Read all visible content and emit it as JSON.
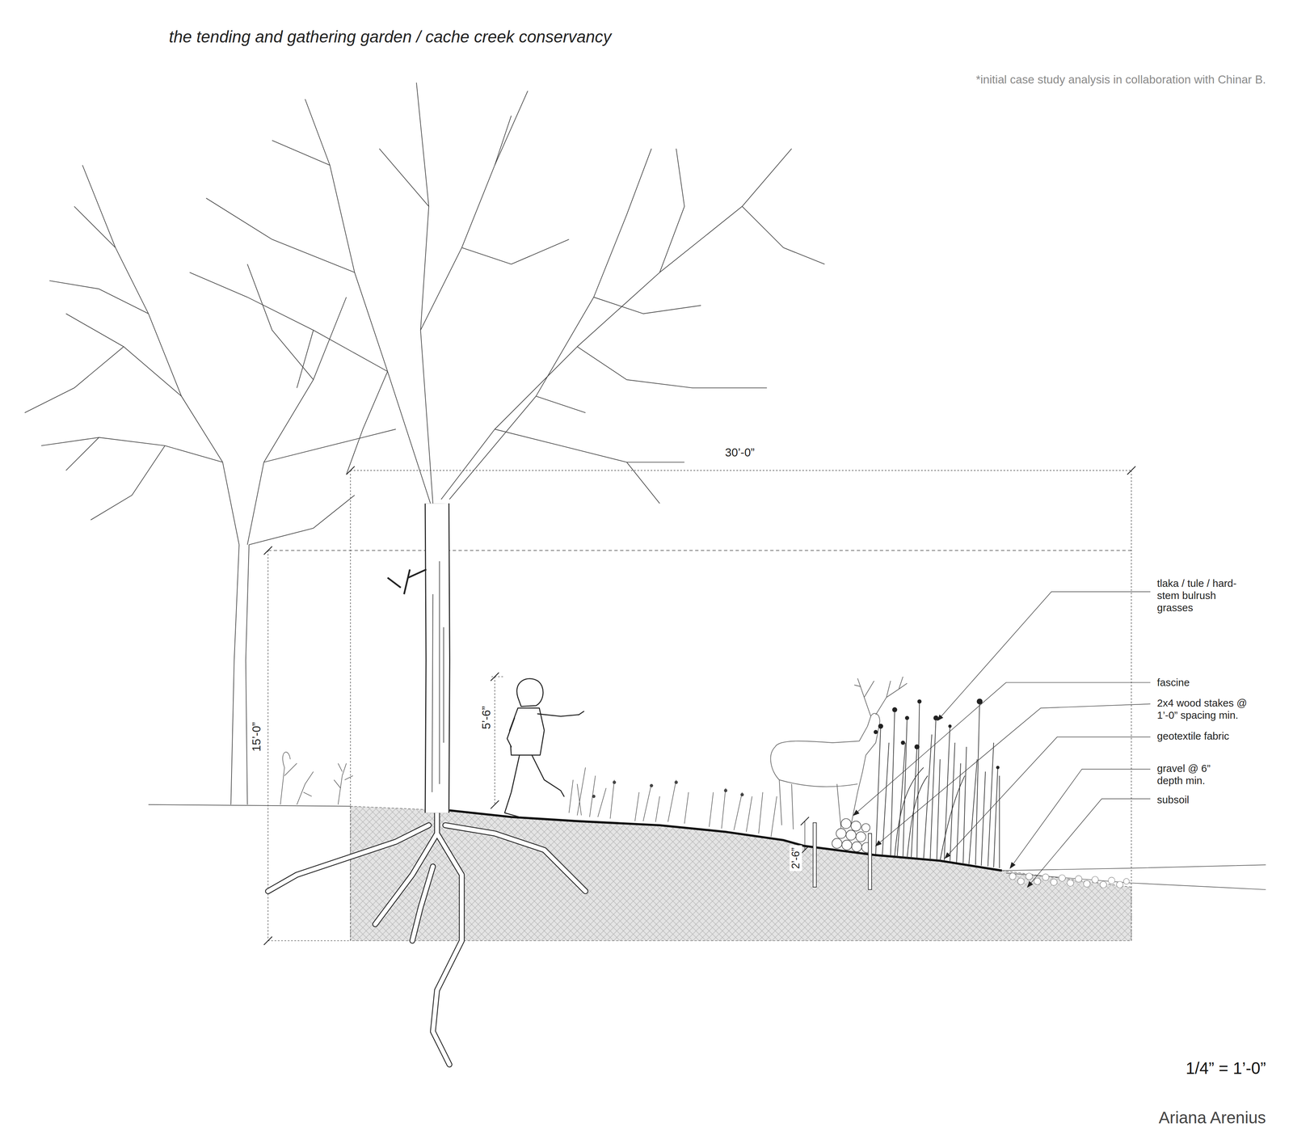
{
  "diagram": {
    "title": "the tending and gathering garden / cache creek conservancy",
    "labels": [
      "*initial case study analysis in collaboration with Chinar B.",
      "30’-0”",
      "15’-0”",
      "5’-6”",
      "2’-6”",
      "tlaka / tule / hard-stem bulrush grasses",
      "fascine",
      "2x4 wood stakes @ 1’-0” spacing min.",
      "geotextile fabric",
      "gravel @ 6” depth min.",
      "subsoil",
      "1/4” = 1’-0”",
      "Ariana Arenius"
    ]
  }
}
